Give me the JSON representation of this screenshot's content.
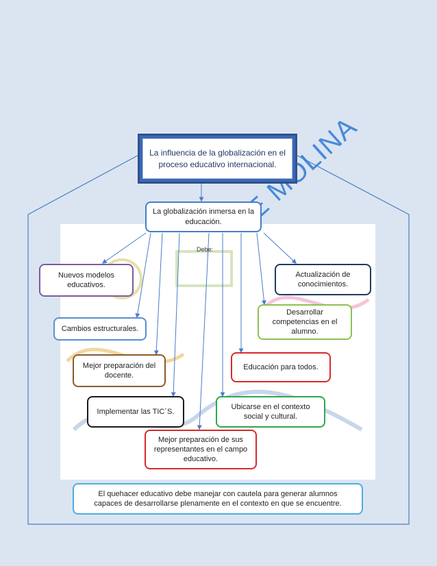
{
  "diagram": {
    "title": "La influencia de la globalización en el proceso educativo internacional.",
    "center_node": "La globalización inmersa en la educación.",
    "connector_label": "Debe:",
    "watermark": "E MOLINA",
    "nodes": {
      "nuevos_modelos": "Nuevos modelos educativos.",
      "cambios": "Cambios estructurales.",
      "mejor_docente": "Mejor preparación del docente.",
      "tics": "Implementar las TIC´S.",
      "representantes": "Mejor preparación de sus representantes en el campo educativo.",
      "ubicarse": "Ubicarse en el contexto social y cultural.",
      "educacion_todos": "Educación para todos.",
      "competencias": "Desarrollar competencias en el alumno.",
      "actualizacion": "Actualización de conocimientos."
    },
    "conclusion": "El quehacer educativo debe manejar con cautela para generar alumnos capaces de desarrollarse plenamente en el contexto en que se encuentre."
  },
  "colors": {
    "background": "#dbe5f1",
    "title_fill": "#3d68b5",
    "arrow": "#4a7cc7",
    "purple": "#7a5c9e",
    "blue": "#5a8fd0",
    "brown": "#8a5a2b",
    "black": "#1a1a1a",
    "red": "#d62a2a",
    "green": "#2da84a",
    "lightgreen": "#8cc152",
    "navy": "#1f3a5f",
    "cyan": "#4aaee0"
  }
}
